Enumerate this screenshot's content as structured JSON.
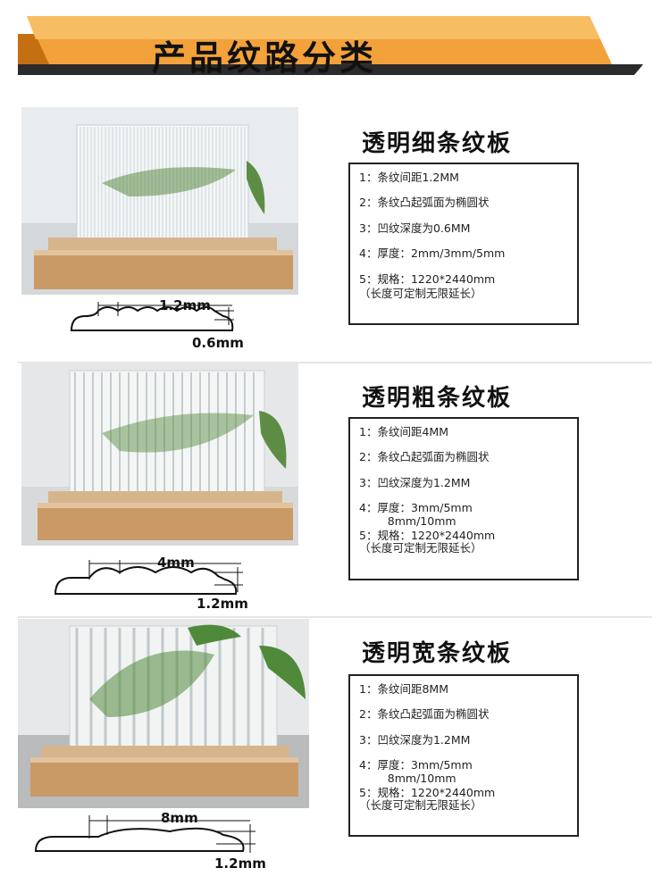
{
  "banner": {
    "title": "产品纹路分类"
  },
  "products": [
    {
      "title": "透明细条纹板",
      "dim_pitch": "1.2mm",
      "dim_depth": "0.6mm",
      "specs": [
        "1：条纹间距1.2MM",
        "2：条纹凸起弧面为椭圆状",
        "3：凹纹深度为0.6MM",
        "4：厚度：2mm/3mm/5mm",
        "5：规格：1220*2440mm"
      ],
      "note": "（长度可定制无限延长）"
    },
    {
      "title": "透明粗条纹板",
      "dim_pitch": "4mm",
      "dim_depth": "1.2mm",
      "specs": [
        "1：条纹间距4MM",
        "2：条纹凸起弧面为椭圆状",
        "3：凹纹深度为1.2MM",
        "4：厚度：3mm/5mm",
        "        8mm/10mm",
        "5：规格：1220*2440mm"
      ],
      "note": "（长度可定制无限延长）"
    },
    {
      "title": "透明宽条纹板",
      "dim_pitch": "8mm",
      "dim_depth": "1.2mm",
      "specs": [
        "1：条纹间距8MM",
        "2：条纹凸起弧面为椭圆状",
        "3：凹纹深度为1.2MM",
        "4：厚度：3mm/5mm",
        "        8mm/10mm",
        "5：规格：1220*2440mm"
      ],
      "note": "（长度可定制无限延长）"
    }
  ]
}
